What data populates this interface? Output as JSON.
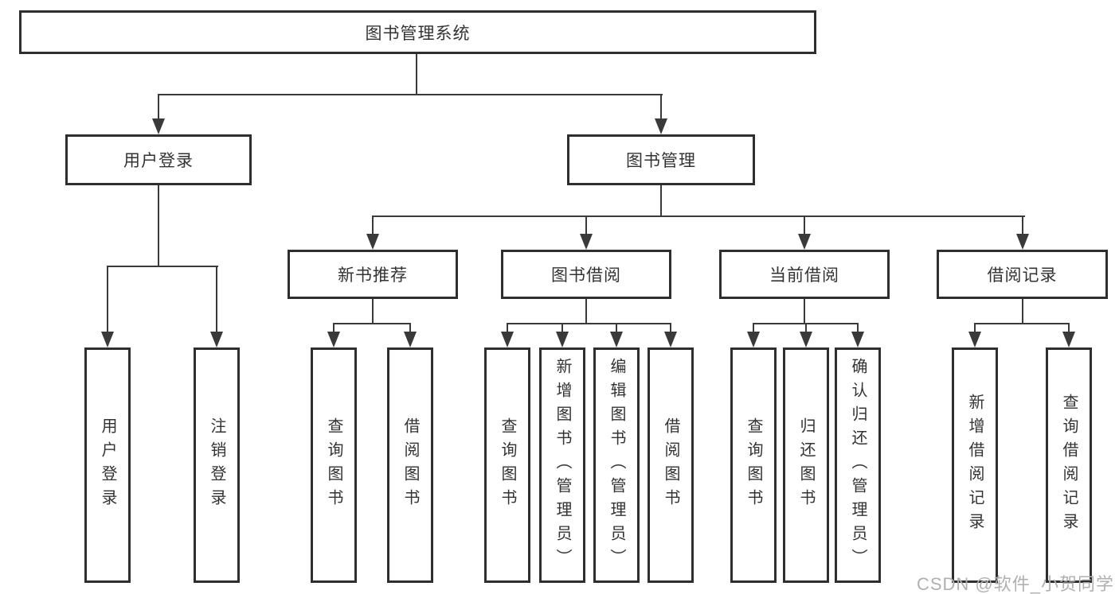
{
  "diagram": {
    "root": {
      "label": "图书管理系统"
    },
    "level2": [
      {
        "label": "用户登录"
      },
      {
        "label": "图书管理"
      }
    ],
    "level3": [
      {
        "label": "新书推荐"
      },
      {
        "label": "图书借阅"
      },
      {
        "label": "当前借阅"
      },
      {
        "label": "借阅记录"
      }
    ],
    "leaves": {
      "user_login": [
        {
          "label": "用户登录"
        },
        {
          "label": "注销登录"
        }
      ],
      "new_book": [
        {
          "label": "查询图书"
        },
        {
          "label": "借阅图书"
        }
      ],
      "book_borrow": [
        {
          "label": "查询图书"
        },
        {
          "label": "新增图书（管理员）"
        },
        {
          "label": "编辑图书（管理员）"
        },
        {
          "label": "借阅图书"
        }
      ],
      "current_borrow": [
        {
          "label": "查询图书"
        },
        {
          "label": "归还图书"
        },
        {
          "label": "确认归还（管理员）"
        }
      ],
      "borrow_record": [
        {
          "label": "新增借阅记录"
        },
        {
          "label": "查询借阅记录"
        }
      ]
    }
  },
  "watermark": {
    "text": "CSDN @软件_小贺同学"
  },
  "colors": {
    "line": "#3a3a3a",
    "box_border": "#2e2e2e",
    "text": "#333333",
    "watermark": "#b0b0b0",
    "background": "#ffffff"
  }
}
